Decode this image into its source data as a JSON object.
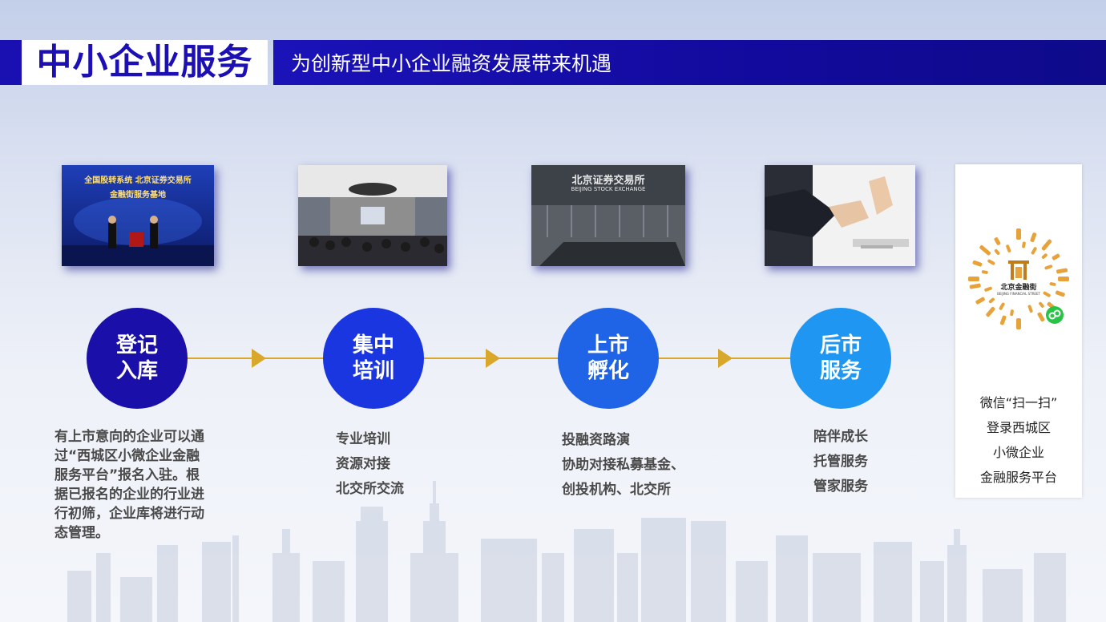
{
  "header": {
    "title": "中小企业服务",
    "subtitle": "为创新型中小企业融资发展带来机遇"
  },
  "photos": {
    "photo1": {
      "sign_line1": "全国股转系统 北京证券交易所",
      "sign_line2": "金融街服务基地"
    },
    "photo3": {
      "sign_cn": "北京证券交易所",
      "sign_en": "BEIJING STOCK EXCHANGE"
    }
  },
  "steps": [
    {
      "line1": "登记",
      "line2": "入库",
      "color": "#1a0fa8"
    },
    {
      "line1": "集中",
      "line2": "培训",
      "color": "#1a36e0"
    },
    {
      "line1": "上市",
      "line2": "孵化",
      "color": "#1f63e6"
    },
    {
      "line1": "后市",
      "line2": "服务",
      "color": "#1f97f2"
    }
  ],
  "descriptions": {
    "step1_lines": [
      "有上市意向的企业可以通",
      "过“西城区小微企业金融",
      "服务平台”报名入驻。根",
      "据已报名的企业的行业进",
      "行初筛，企业库将进行动",
      "态管理。"
    ],
    "step2_items": [
      "专业培训",
      "资源对接",
      "北交所交流"
    ],
    "step3_items": [
      "投融资路演",
      "协助对接私募基金、",
      "创投机构、北交所"
    ],
    "step4_items": [
      "陪伴成长",
      "托管服务",
      "管家服务"
    ]
  },
  "qr": {
    "logo_cn": "北京金融街",
    "logo_en": "BEIJING FINANCIAL STREET",
    "lines": [
      "微信“扫一扫”",
      "登录西城区",
      "小微企业",
      "金融服务平台"
    ]
  },
  "colors": {
    "accent_blue": "#1c10b4",
    "arrow_gold": "#d9a82a",
    "qr_orange": "#e8a23a"
  }
}
